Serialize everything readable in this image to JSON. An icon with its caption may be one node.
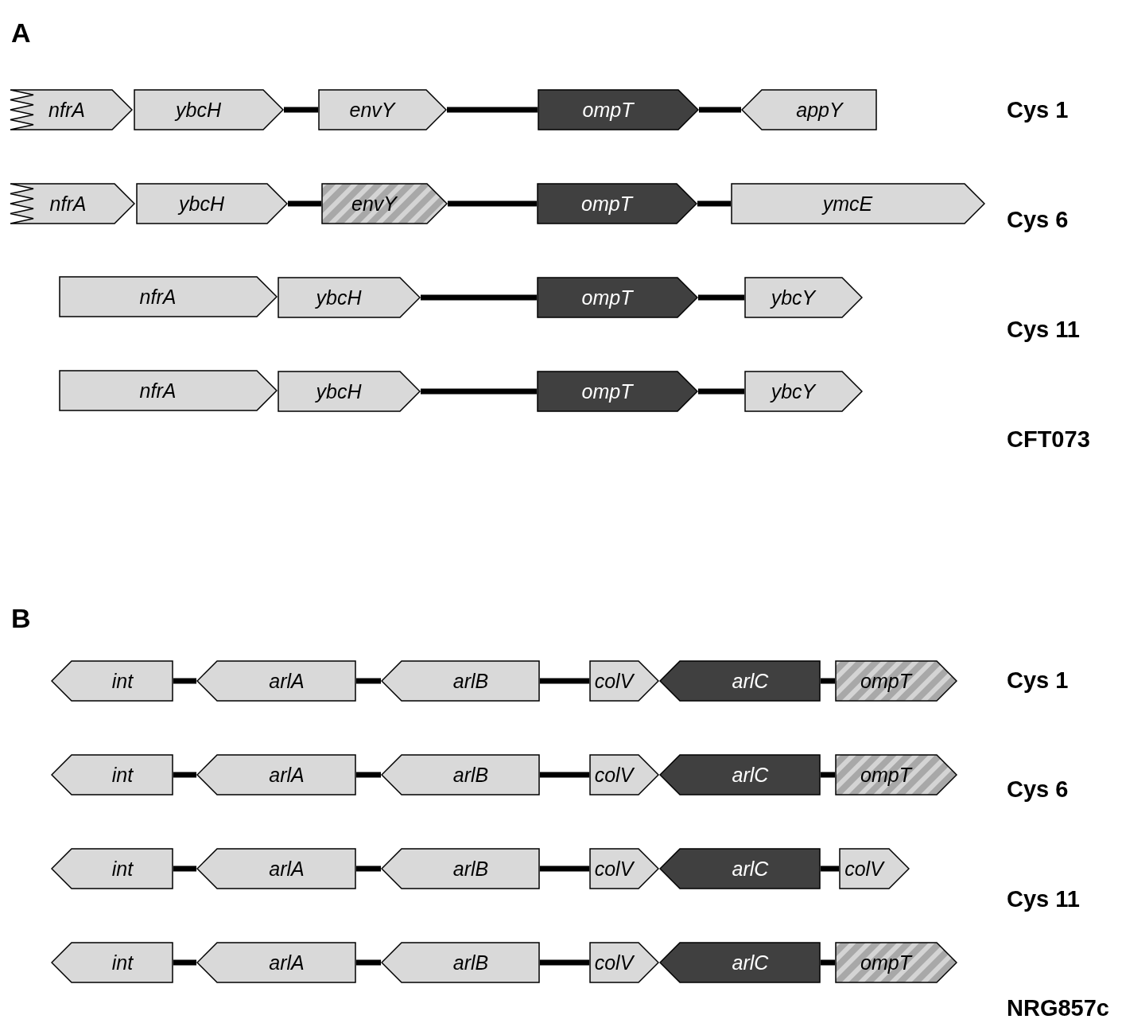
{
  "diagram": {
    "nodes": [
      {
        "text": [
          "nfrA"
        ]
      },
      {
        "text": [
          "ybcH"
        ]
      },
      {
        "text": [
          "envY"
        ]
      },
      {
        "text": [
          "ompT"
        ]
      },
      {
        "text": [
          "appY"
        ]
      },
      {
        "text": [
          "nfrA"
        ]
      },
      {
        "text": [
          "ybcH"
        ]
      },
      {
        "text": [
          "envY"
        ]
      },
      {
        "text": [
          "ompT"
        ]
      },
      {
        "text": [
          "ymcE"
        ]
      },
      {
        "text": [
          "nfrA"
        ]
      },
      {
        "text": [
          "ybcH"
        ]
      },
      {
        "text": [
          "ompT"
        ]
      },
      {
        "text": [
          "ybcY"
        ]
      },
      {
        "text": [
          "nfrA"
        ]
      },
      {
        "text": [
          "ybcH"
        ]
      },
      {
        "text": [
          "ompT"
        ]
      },
      {
        "text": [
          "ybcY"
        ]
      },
      {
        "text": [
          "int"
        ]
      },
      {
        "text": [
          "arlA"
        ]
      },
      {
        "text": [
          "arlB"
        ]
      },
      {
        "text": [
          "colV"
        ]
      },
      {
        "text": [
          "arlC"
        ]
      },
      {
        "text": [
          "ompT"
        ]
      },
      {
        "text": [
          "int"
        ]
      },
      {
        "text": [
          "arlA"
        ]
      },
      {
        "text": [
          "arlB"
        ]
      },
      {
        "text": [
          "colV"
        ]
      },
      {
        "text": [
          "arlC"
        ]
      },
      {
        "text": [
          "ompT"
        ]
      },
      {
        "text": [
          "int"
        ]
      },
      {
        "text": [
          "arlA"
        ]
      },
      {
        "text": [
          "arlB"
        ]
      },
      {
        "text": [
          "colV"
        ]
      },
      {
        "text": [
          "arlC"
        ]
      },
      {
        "text": [
          "colV"
        ]
      },
      {
        "text": [
          "int"
        ]
      },
      {
        "text": [
          "arlA"
        ]
      },
      {
        "text": [
          "arlB"
        ]
      },
      {
        "text": [
          "colV"
        ]
      },
      {
        "text": [
          "arlC"
        ]
      },
      {
        "text": [
          "ompT"
        ]
      }
    ],
    "edges": [
      {
        "from": 1,
        "to": 2,
        "arrow": "none"
      },
      {
        "from": 2,
        "to": 3,
        "arrow": "none"
      },
      {
        "from": 3,
        "to": 4,
        "arrow": "none"
      },
      {
        "from": 6,
        "to": 7,
        "arrow": "none"
      },
      {
        "from": 7,
        "to": 8,
        "arrow": "none"
      },
      {
        "from": 8,
        "to": 9,
        "arrow": "none"
      },
      {
        "from": 11,
        "to": 12,
        "arrow": "none"
      },
      {
        "from": 12,
        "to": 13,
        "arrow": "none"
      },
      {
        "from": 15,
        "to": 16,
        "arrow": "none"
      },
      {
        "from": 16,
        "to": 17,
        "arrow": "none"
      },
      {
        "from": 18,
        "to": 19,
        "arrow": "none"
      },
      {
        "from": 19,
        "to": 20,
        "arrow": "none"
      },
      {
        "from": 20,
        "to": 21,
        "arrow": "none"
      },
      {
        "from": 22,
        "to": 23,
        "arrow": "none"
      },
      {
        "from": 24,
        "to": 25,
        "arrow": "none"
      },
      {
        "from": 25,
        "to": 26,
        "arrow": "none"
      },
      {
        "from": 26,
        "to": 27,
        "arrow": "none"
      },
      {
        "from": 28,
        "to": 29,
        "arrow": "none"
      },
      {
        "from": 30,
        "to": 31,
        "arrow": "none"
      },
      {
        "from": 31,
        "to": 32,
        "arrow": "none"
      },
      {
        "from": 32,
        "to": 33,
        "arrow": "none"
      },
      {
        "from": 34,
        "to": 35,
        "arrow": "none"
      },
      {
        "from": 36,
        "to": 37,
        "arrow": "none"
      },
      {
        "from": 37,
        "to": 38,
        "arrow": "none"
      },
      {
        "from": 38,
        "to": 39,
        "arrow": "none"
      },
      {
        "from": 40,
        "to": 41,
        "arrow": "none"
      }
    ],
    "labels": [
      "A",
      "Cys 1",
      "Cys 6",
      "Cys 11",
      "CFT073",
      "B",
      "Cys 1",
      "Cys 6",
      "Cys 11",
      "NRG857c"
    ]
  }
}
